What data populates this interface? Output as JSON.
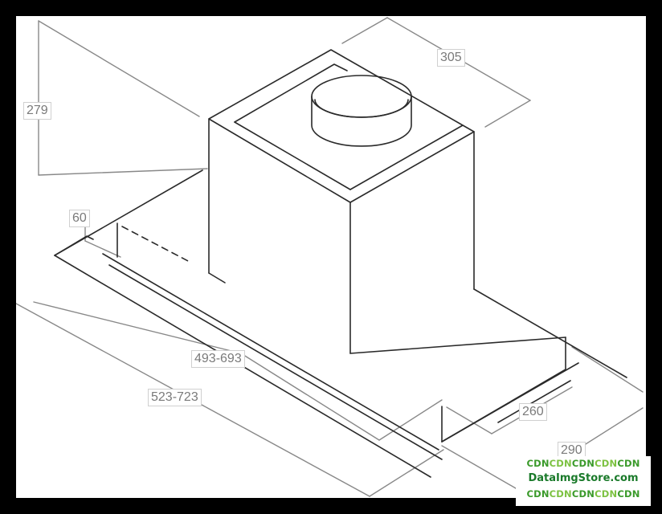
{
  "dimensions": {
    "height_total": "279",
    "depth_chimney": "305",
    "height_panel": "60",
    "width_inner": "493-693",
    "width_outer": "523-723",
    "depth_inner": "260",
    "depth_outer": "290"
  },
  "watermark": {
    "top_row": [
      "CDN",
      "CDN",
      "CDN",
      "CDN",
      "CDN"
    ],
    "site": "DataImgStore.com",
    "bottom_row": [
      "CDN",
      "CDN",
      "CDN",
      "CDN",
      "CDN"
    ]
  },
  "colors": {
    "outline": "#2a2a2a",
    "dimension_line": "#888888",
    "label_text": "#7a7a7a",
    "watermark_green": "#3a9a2a"
  }
}
